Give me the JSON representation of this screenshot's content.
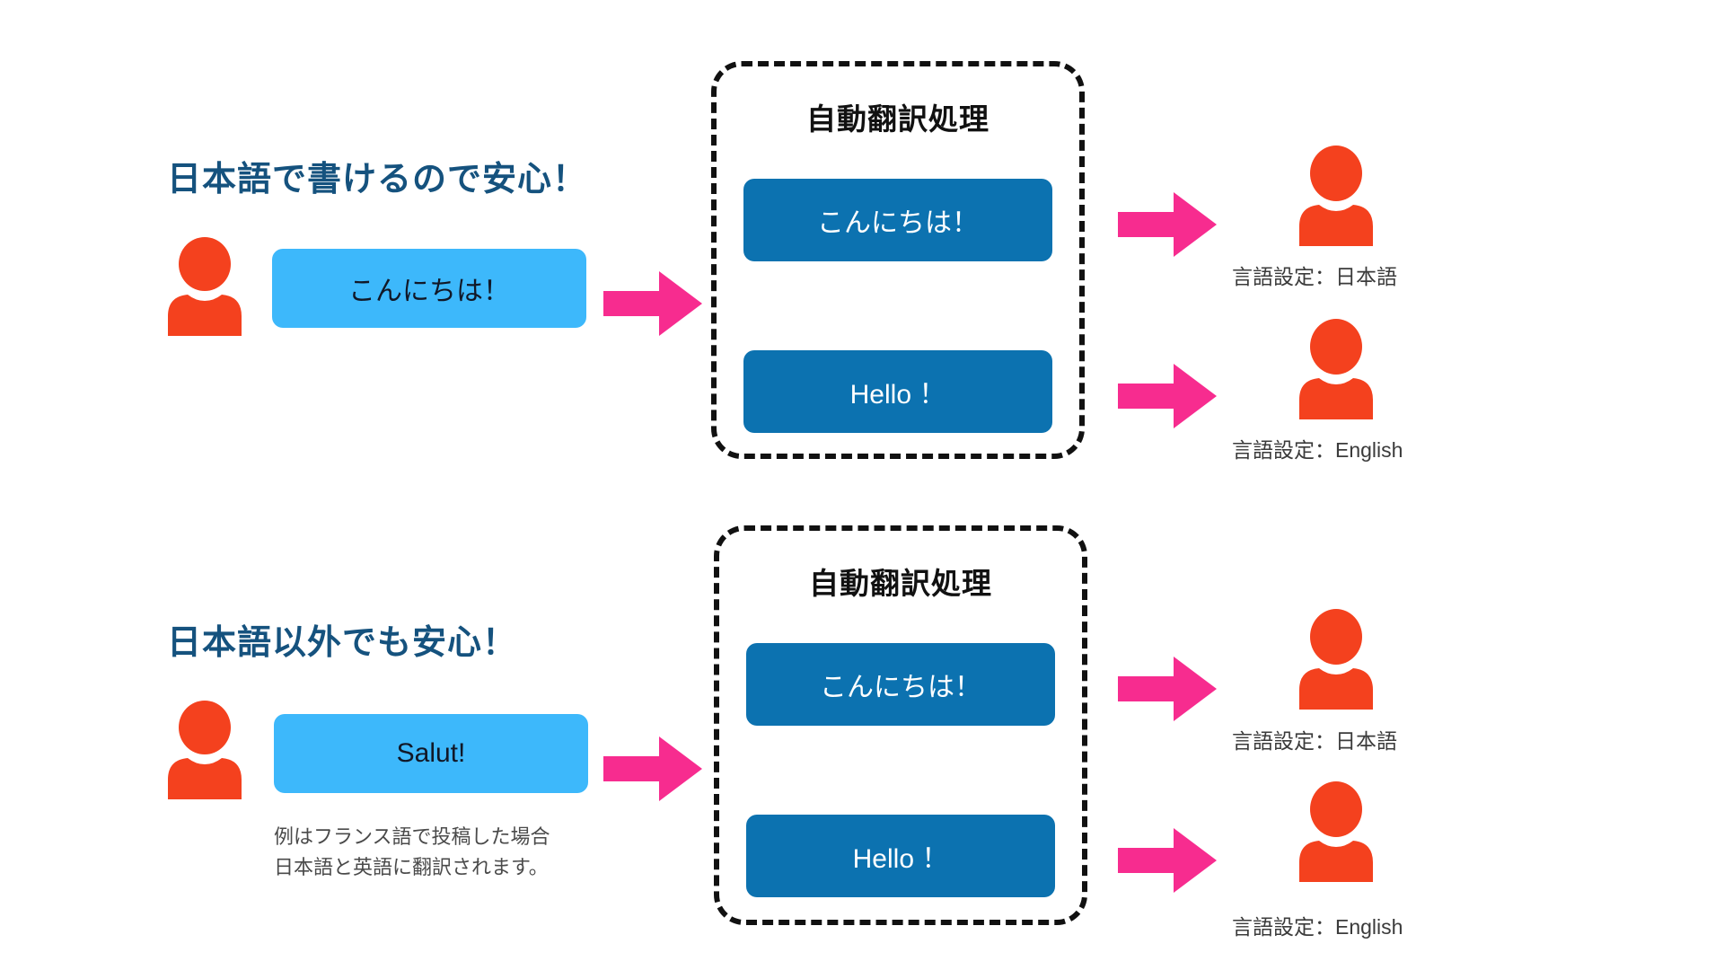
{
  "colors": {
    "heading_blue": "#15527e",
    "bubble_light_blue": "#3DB8FB",
    "bubble_dark_blue": "#0C72B0",
    "arrow_pink": "#F72C8F",
    "avatar_orange": "#F4411E",
    "dashed_border": "#111111",
    "background": "#FFFFFF"
  },
  "sections": [
    {
      "heading": "日本語で書けるので安心！",
      "author_bubble": "こんにちは！",
      "process": {
        "title": "自動翻訳処理",
        "messages": [
          "こんにちは！",
          "Hello ！"
        ]
      },
      "recipients": [
        {
          "caption": "言語設定：日本語"
        },
        {
          "caption": "言語設定：English"
        }
      ],
      "note": ""
    },
    {
      "heading": "日本語以外でも安心！",
      "author_bubble": "Salut!",
      "process": {
        "title": "自動翻訳処理",
        "messages": [
          "こんにちは！",
          "Hello ！"
        ]
      },
      "recipients": [
        {
          "caption": "言語設定：日本語"
        },
        {
          "caption": "言語設定：English"
        }
      ],
      "note": "例はフランス語で投稿した場合\n日本語と英語に翻訳されます。"
    }
  ],
  "icons": {
    "person": "person-icon",
    "arrow": "arrow-right-icon"
  }
}
